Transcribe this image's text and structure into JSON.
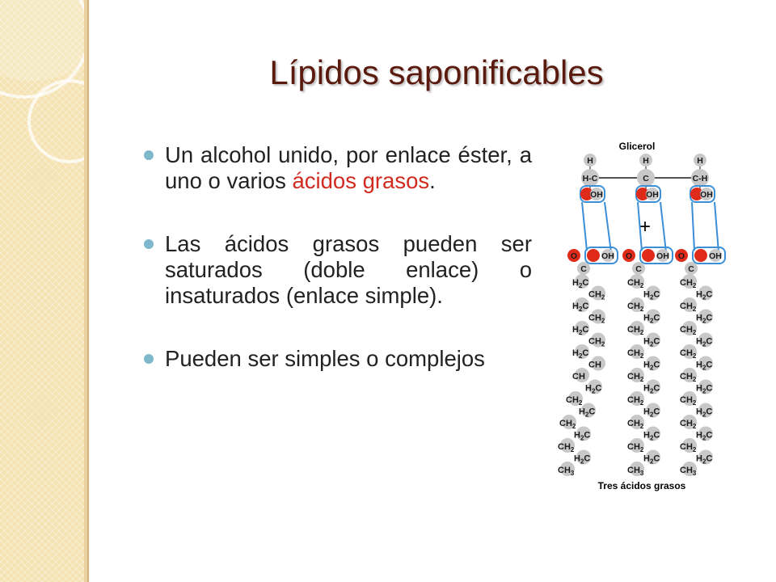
{
  "title": "Lípidos saponificables",
  "bullets": [
    {
      "text": "Un alcohol unido, por enlace éster, a uno o varios ",
      "highlight": "ácidos grasos",
      "suffix": "."
    },
    {
      "text": "Las ácidos grasos pueden ser saturados (doble enlace) o insaturados (enlace simple)."
    },
    {
      "text": "Pueden ser simples o complejos"
    }
  ],
  "figure": {
    "glycerol_label": "Glicerol",
    "plus": "+",
    "fatty_acids_label": "Tres ácidos grasos",
    "glycerol_top": [
      "H",
      "H",
      "H"
    ],
    "glycerol_middle": [
      "H-C",
      "C",
      "C-H"
    ],
    "glycerol_oh": [
      "OH",
      "OH",
      "OH"
    ],
    "acid_head": [
      "O",
      "OH"
    ],
    "acid_c": "C",
    "chains": [
      [
        "H2C",
        "CH2",
        "H2C",
        "CH2",
        "H2C",
        "CH2",
        "H2C",
        "CH",
        "CH",
        "H2C",
        "CH2",
        "H2C",
        "CH2",
        "H2C",
        "CH2",
        "H2C",
        "CH3"
      ],
      [
        "CH2",
        "H2C",
        "CH2",
        "H2C",
        "CH2",
        "H2C",
        "CH2",
        "H2C",
        "CH2",
        "H2C",
        "CH2",
        "H2C",
        "CH2",
        "H2C",
        "CH2",
        "H2C",
        "CH3"
      ],
      [
        "CH2",
        "H2C",
        "CH2",
        "H2C",
        "CH2",
        "H2C",
        "CH2",
        "H2C",
        "CH2",
        "H2C",
        "CH2",
        "H2C",
        "CH2",
        "H2C",
        "CH2",
        "H2C",
        "CH3"
      ]
    ],
    "colors": {
      "atom": "#c8c8c8",
      "oxygen": "#e02a1a",
      "link": "#3a8fd6",
      "text": "#1a1a1a"
    }
  }
}
